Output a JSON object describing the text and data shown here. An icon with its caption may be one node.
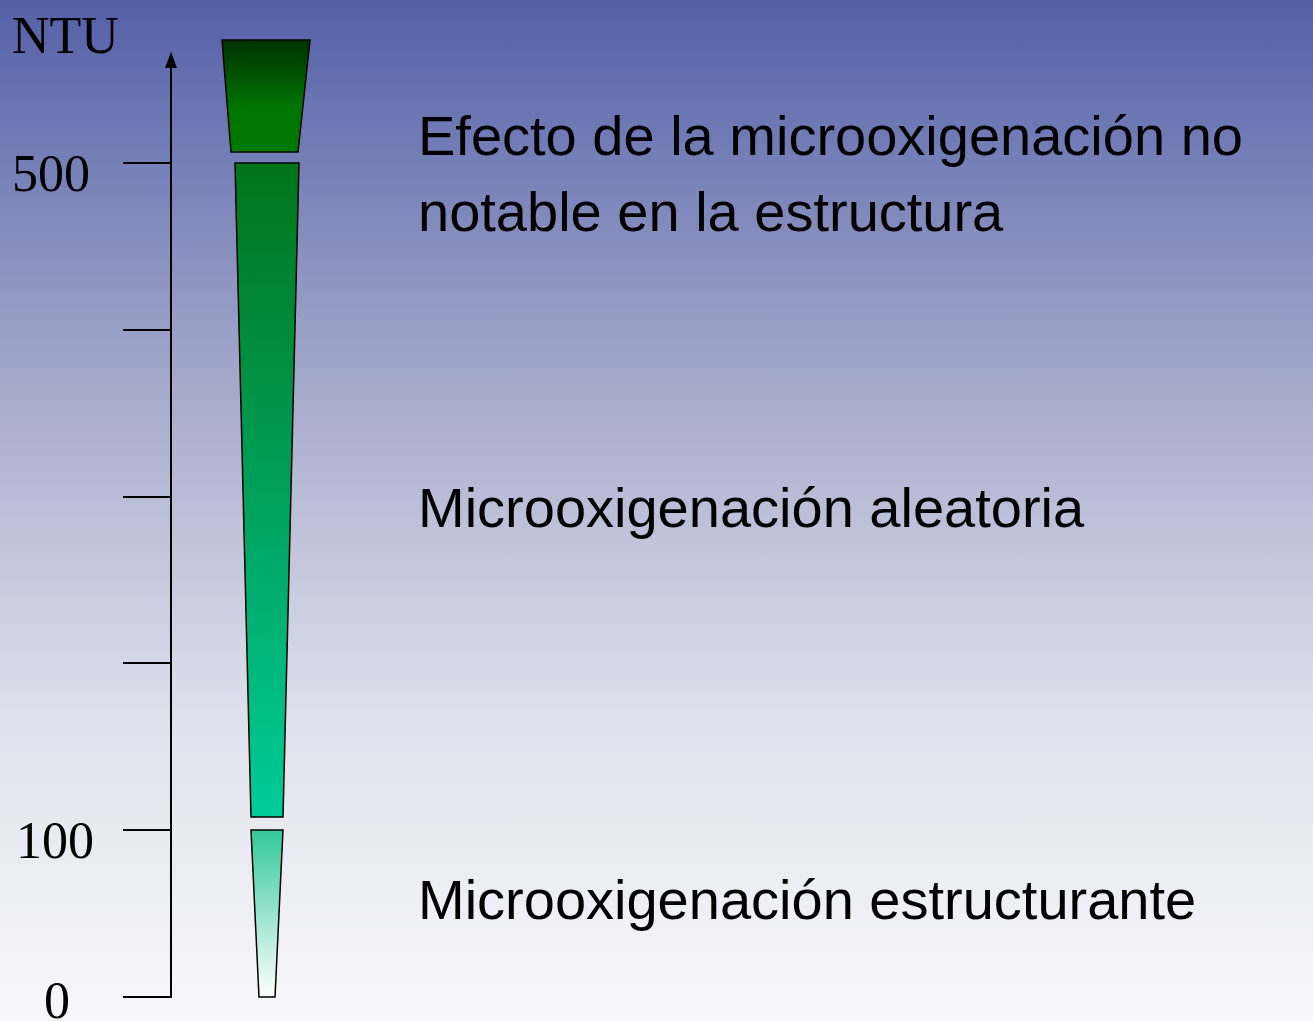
{
  "diagram": {
    "nodes": [
      {
        "text": [],
        "shape": "bar",
        "beside": [
          "Efecto de la microoxigenación no notable en la estructura"
        ]
      },
      {
        "text": [],
        "shape": "bar",
        "beside": [
          "Microoxigenación aleatoria"
        ]
      },
      {
        "text": [],
        "shape": "bar",
        "beside": [
          "Microoxigenación estructurante"
        ]
      }
    ],
    "labels": [
      "NTU",
      "500",
      "100",
      "0"
    ]
  }
}
